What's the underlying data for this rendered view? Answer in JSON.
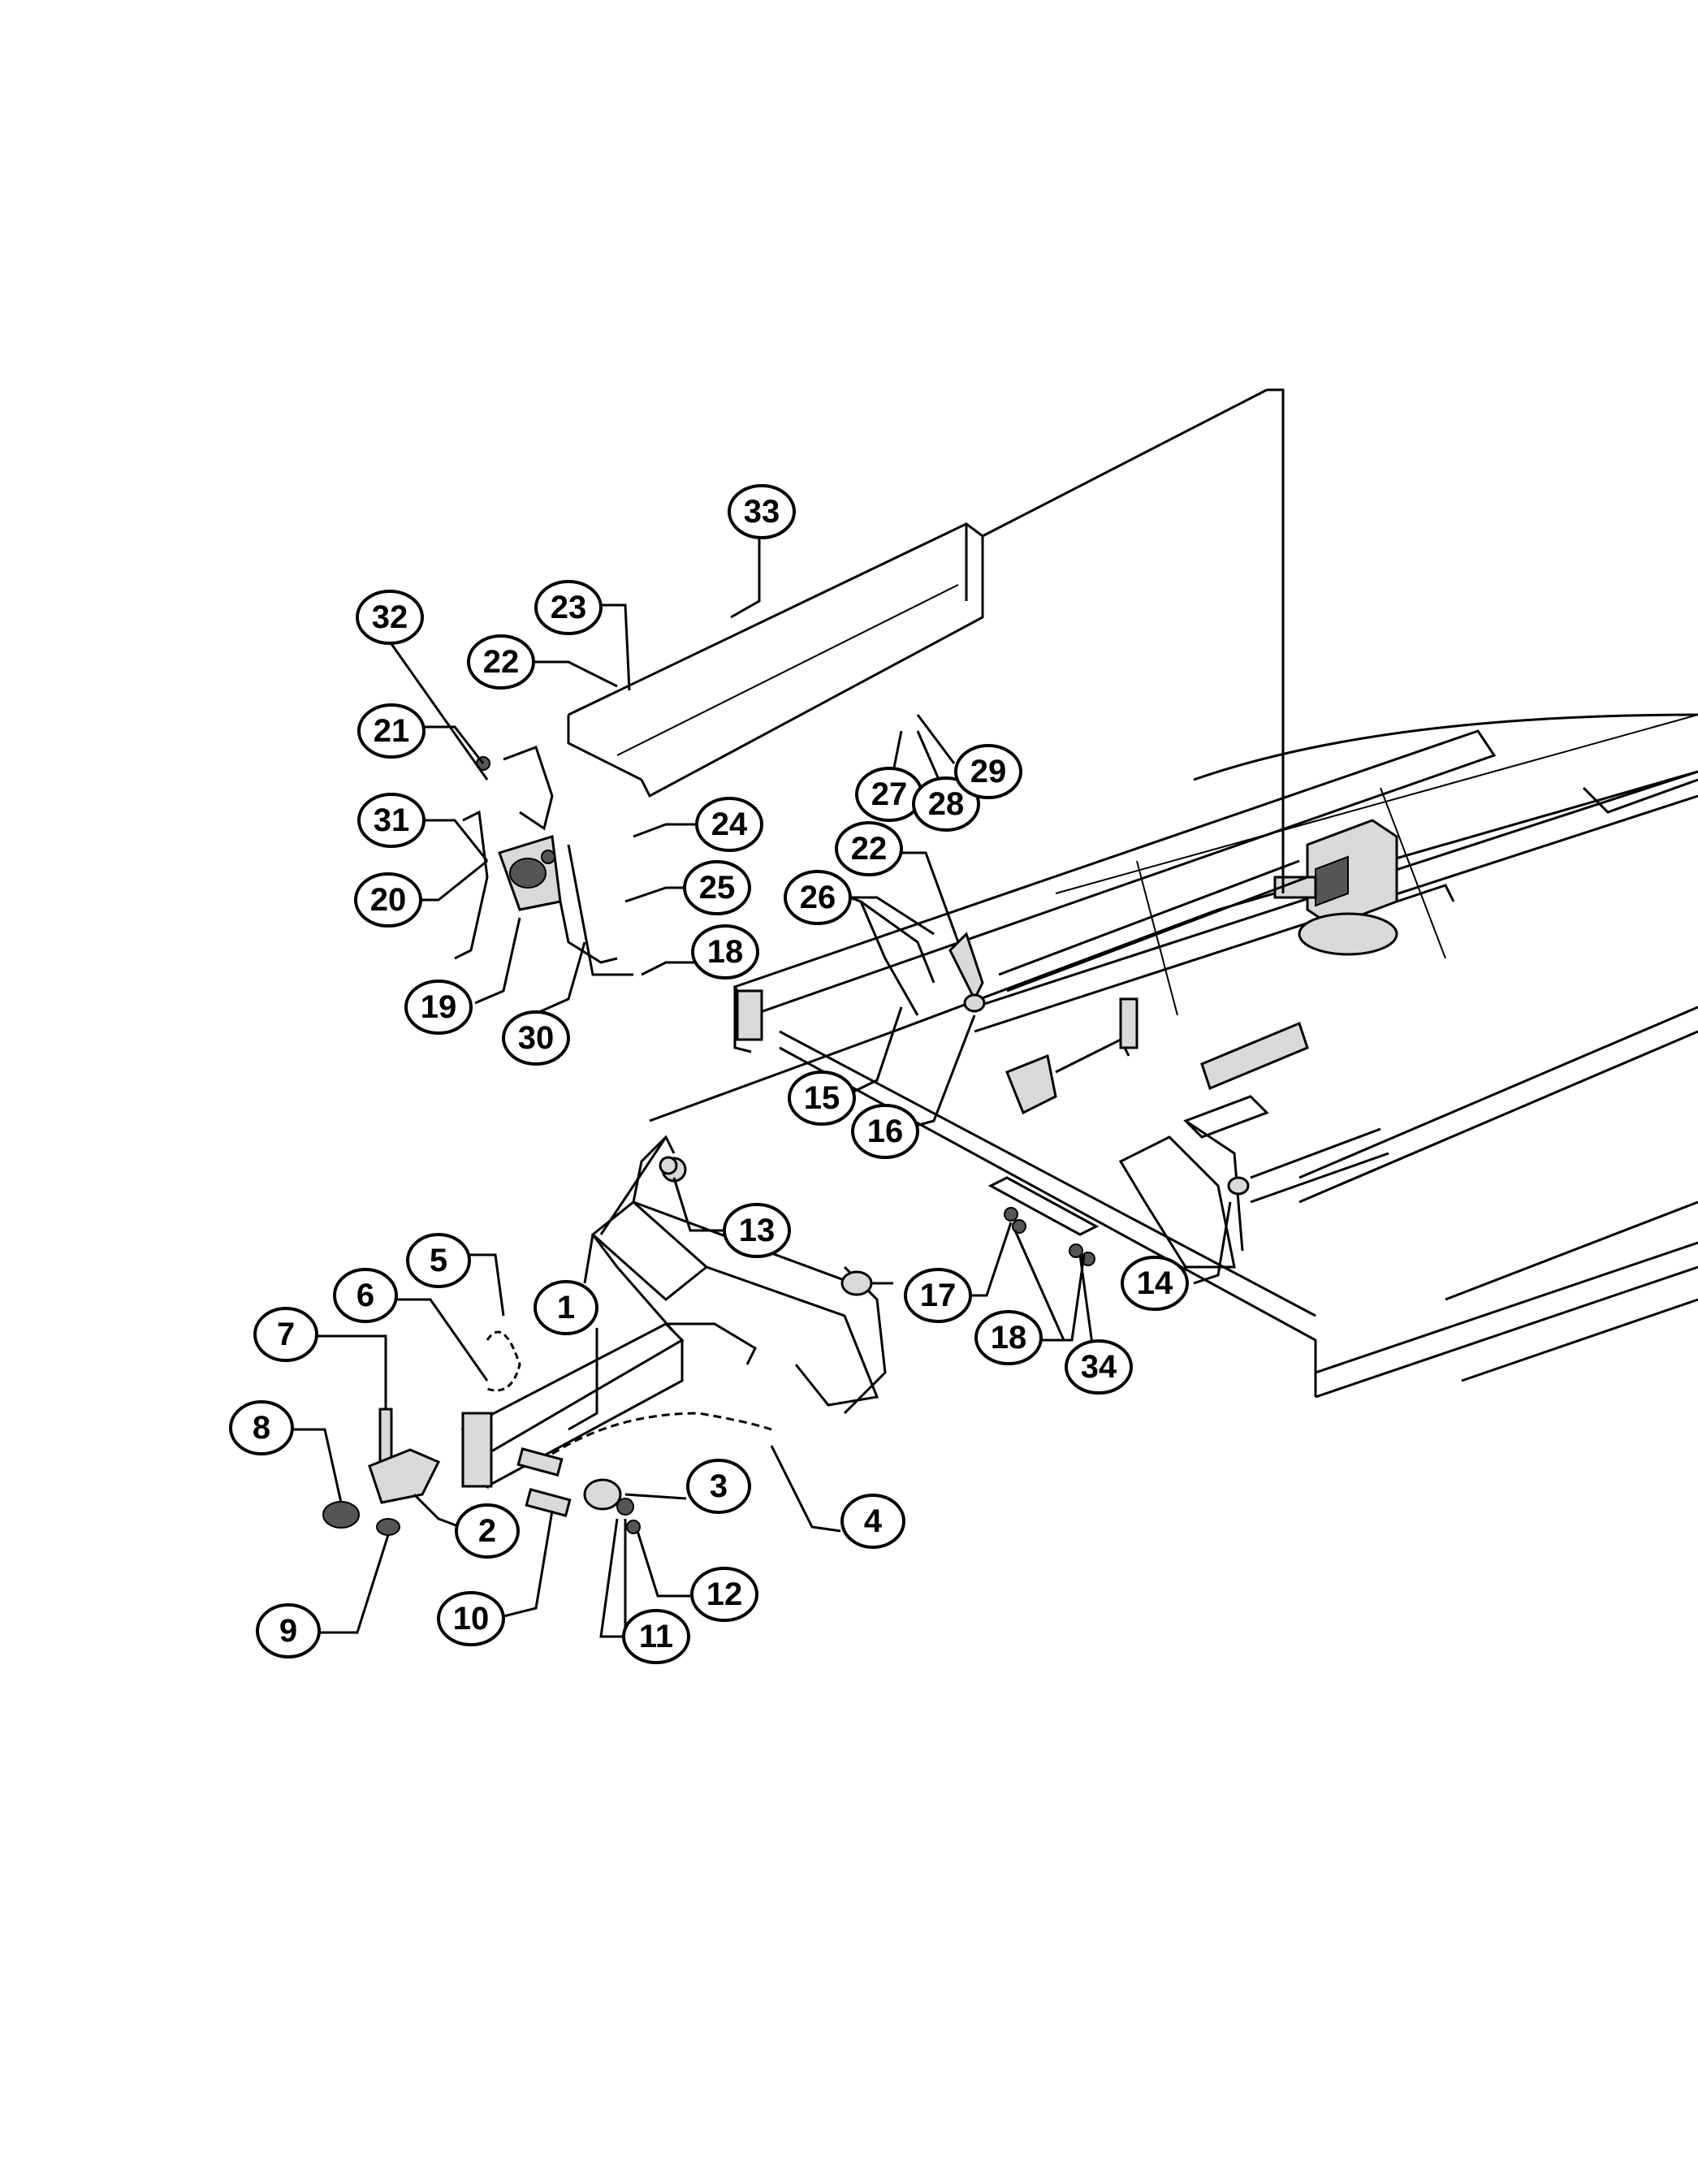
{
  "parts": [
    {
      "id": "1",
      "label": "1"
    },
    {
      "id": "2",
      "label": "2"
    },
    {
      "id": "3",
      "label": "3"
    },
    {
      "id": "4",
      "label": "4"
    },
    {
      "id": "5",
      "label": "5"
    },
    {
      "id": "6",
      "label": "6"
    },
    {
      "id": "7",
      "label": "7"
    },
    {
      "id": "8",
      "label": "8"
    },
    {
      "id": "9",
      "label": "9"
    },
    {
      "id": "10",
      "label": "10"
    },
    {
      "id": "11",
      "label": "11"
    },
    {
      "id": "12",
      "label": "12"
    },
    {
      "id": "13",
      "label": "13"
    },
    {
      "id": "14",
      "label": "14"
    },
    {
      "id": "15",
      "label": "15"
    },
    {
      "id": "16",
      "label": "16"
    },
    {
      "id": "17",
      "label": "17"
    },
    {
      "id": "18a",
      "label": "18"
    },
    {
      "id": "18b",
      "label": "18"
    },
    {
      "id": "19",
      "label": "19"
    },
    {
      "id": "20",
      "label": "20"
    },
    {
      "id": "21",
      "label": "21"
    },
    {
      "id": "22a",
      "label": "22"
    },
    {
      "id": "22b",
      "label": "22"
    },
    {
      "id": "23",
      "label": "23"
    },
    {
      "id": "24",
      "label": "24"
    },
    {
      "id": "25",
      "label": "25"
    },
    {
      "id": "26",
      "label": "26"
    },
    {
      "id": "27",
      "label": "27"
    },
    {
      "id": "28",
      "label": "28"
    },
    {
      "id": "29",
      "label": "29"
    },
    {
      "id": "30",
      "label": "30"
    },
    {
      "id": "31",
      "label": "31"
    },
    {
      "id": "32",
      "label": "32"
    },
    {
      "id": "33",
      "label": "33"
    },
    {
      "id": "34",
      "label": "34"
    }
  ]
}
